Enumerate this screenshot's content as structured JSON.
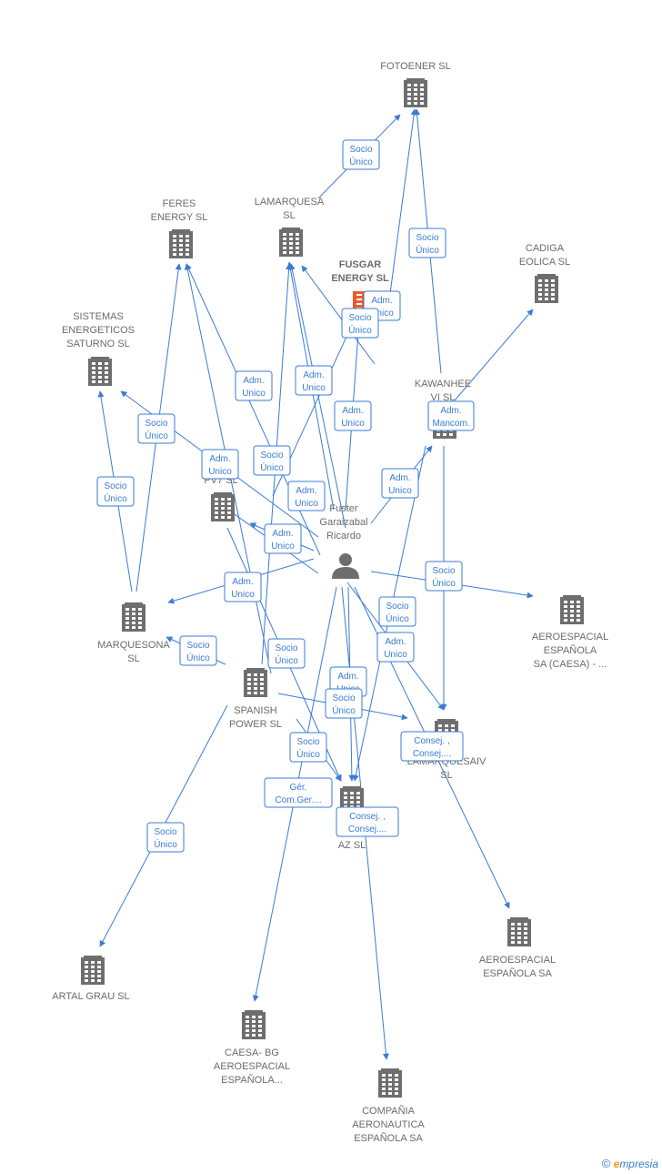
{
  "colors": {
    "edge": "#3a7bd5",
    "building": "#6e6e6e",
    "highlight": "#f05a28",
    "label": "#6b6b6b"
  },
  "nodes": [
    {
      "id": "fotoener",
      "lines": [
        "FOTOENER  SL"
      ],
      "icon": "building-icon"
    },
    {
      "id": "feres",
      "lines": [
        "FERES",
        "ENERGY  SL"
      ],
      "icon": "building-icon"
    },
    {
      "id": "lamarquesa",
      "lines": [
        "LAMARQUESA",
        "SL"
      ],
      "icon": "building-icon"
    },
    {
      "id": "fusgar",
      "lines": [
        "FUSGAR",
        "ENERGY  SL"
      ],
      "icon": "building-icon",
      "highlight": true
    },
    {
      "id": "cadiga",
      "lines": [
        "CADIGA",
        "EOLICA SL"
      ],
      "icon": "building-icon"
    },
    {
      "id": "sistemas",
      "lines": [
        "SISTEMAS",
        "ENERGETICOS",
        "SATURNO  SL"
      ],
      "icon": "building-icon"
    },
    {
      "id": "kawanhee",
      "lines": [
        "KAWANHEE",
        "VI SL"
      ],
      "icon": "building-icon"
    },
    {
      "id": "ae",
      "lines": [
        "AE",
        "PV7  SL"
      ],
      "icon": "building-icon"
    },
    {
      "id": "person",
      "lines": [
        "Fuster",
        "Garaizabal",
        "Ricardo"
      ],
      "icon": "person-icon"
    },
    {
      "id": "marquesona",
      "lines": [
        "MARQUESONA",
        "SL"
      ],
      "icon": "building-icon"
    },
    {
      "id": "caesa",
      "lines": [
        "AEROESPACIAL",
        "ESPAÑOLA",
        "SA (CAESA) - ..."
      ],
      "icon": "building-icon"
    },
    {
      "id": "spanish",
      "lines": [
        "SPANISH",
        "POWER SL"
      ],
      "icon": "building-icon"
    },
    {
      "id": "lamarquesaiv",
      "lines": [
        "LAMARQUESAIV",
        "SL"
      ],
      "icon": "building-icon"
    },
    {
      "id": "lamaraz",
      "lines": [
        "LAMA",
        "AZ  SL"
      ],
      "icon": "building-icon"
    },
    {
      "id": "aeroespacial",
      "lines": [
        "AEROESPACIAL",
        "ESPAÑOLA SA"
      ],
      "icon": "building-icon"
    },
    {
      "id": "artal",
      "lines": [
        "ARTAL GRAU SL"
      ],
      "icon": "building-icon"
    },
    {
      "id": "caesabg",
      "lines": [
        "CAESA- BG",
        "AEROESPACIAL",
        "ESPAÑOLA..."
      ],
      "icon": "building-icon"
    },
    {
      "id": "compania",
      "lines": [
        "COMPAÑIA",
        "AERONAUTICA",
        "ESPAÑOLA SA"
      ],
      "icon": "building-icon"
    }
  ],
  "edge_labels": [
    {
      "lines": [
        "Socio",
        "Único"
      ]
    },
    {
      "lines": [
        "Socio",
        "Único"
      ]
    },
    {
      "lines": [
        "Adm.",
        "Unico"
      ]
    },
    {
      "lines": [
        "Socio",
        "Único"
      ]
    },
    {
      "lines": [
        "Adm.",
        "Unico"
      ]
    },
    {
      "lines": [
        "Adm.",
        "Unico"
      ]
    },
    {
      "lines": [
        "Adm.",
        "Unico"
      ]
    },
    {
      "lines": [
        "Adm.",
        "Mancom."
      ]
    },
    {
      "lines": [
        "Socio",
        "Único"
      ]
    },
    {
      "lines": [
        "Adm.",
        "Unico"
      ]
    },
    {
      "lines": [
        "Socio",
        "Único"
      ]
    },
    {
      "lines": [
        "Socio",
        "Único"
      ]
    },
    {
      "lines": [
        "Adm.",
        "Unico"
      ]
    },
    {
      "lines": [
        "Adm.",
        "Unico"
      ]
    },
    {
      "lines": [
        "Adm.",
        "Unico"
      ]
    },
    {
      "lines": [
        "Adm.",
        "Unico"
      ]
    },
    {
      "lines": [
        "Socio",
        "Único"
      ]
    },
    {
      "lines": [
        "Socio",
        "Único"
      ]
    },
    {
      "lines": [
        "Adm.",
        "Unico"
      ]
    },
    {
      "lines": [
        "Socio",
        "Único"
      ]
    },
    {
      "lines": [
        "Socio",
        "Único"
      ]
    },
    {
      "lines": [
        "Socio",
        "Único"
      ]
    },
    {
      "lines": [
        "Adm.",
        "Unico"
      ]
    },
    {
      "lines": [
        "Consej. ,",
        "Consej...."
      ]
    },
    {
      "lines": [
        "Socio",
        "Único"
      ]
    },
    {
      "lines": [
        "Gér.",
        "Com.Ger...."
      ]
    },
    {
      "lines": [
        "Consej. ,",
        "Consej...."
      ]
    },
    {
      "lines": [
        "Socio",
        "Único"
      ]
    }
  ],
  "footer": {
    "copyright_symbol": "©",
    "brand_initial": "e",
    "brand_rest": "mpresia"
  }
}
